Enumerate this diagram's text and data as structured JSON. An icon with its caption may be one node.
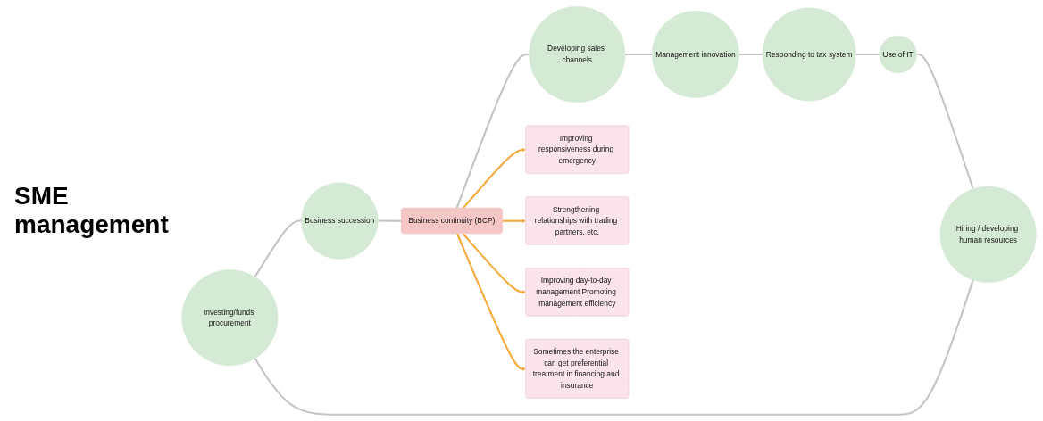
{
  "diagram": {
    "nodes": [
      {
        "text": [
          "Investing/funds procurement"
        ]
      },
      {
        "text": [
          "Business succession"
        ]
      },
      {
        "text": [
          "Hiring / developing human resources"
        ]
      },
      {
        "text": [
          "Business continuity (BCP)"
        ]
      },
      {
        "text": [
          "Use of IT"
        ]
      },
      {
        "text": [
          "Developing sales channels"
        ]
      },
      {
        "text": [
          "Management innovation"
        ]
      },
      {
        "text": [
          "Responding to tax system"
        ]
      },
      {
        "text": [
          "Improving responsiveness during emergency"
        ]
      },
      {
        "text": [
          "Strengthening relationships with trading partners, etc."
        ]
      },
      {
        "text": [
          "Improving day-to-day management Promoting management efficiency"
        ]
      },
      {
        "text": [
          "Sometimes the enterprise can get preferential treatment in financing and insurance"
        ]
      }
    ],
    "edges": [
      {
        "from": 4,
        "to": 2,
        "arrow": "none"
      },
      {
        "from": 2,
        "to": 0,
        "arrow": "none"
      },
      {
        "from": 0,
        "to": 1,
        "arrow": "none"
      },
      {
        "from": 1,
        "to": 3,
        "arrow": "none"
      },
      {
        "from": 3,
        "to": 5,
        "arrow": "none"
      },
      {
        "from": 5,
        "to": 6,
        "arrow": "none"
      },
      {
        "from": 6,
        "to": 7,
        "arrow": "none"
      },
      {
        "from": 7,
        "to": 4,
        "arrow": "none"
      },
      {
        "from": 3,
        "to": 8,
        "arrow": "to",
        "color": "#f5a93a"
      },
      {
        "from": 3,
        "to": 9,
        "arrow": "to",
        "color": "#f5a93a"
      },
      {
        "from": 3,
        "to": 10,
        "arrow": "to",
        "color": "#f5a93a"
      },
      {
        "from": 3,
        "to": 11,
        "arrow": "to",
        "color": "#f5a93a"
      }
    ],
    "labels": [
      "SME management"
    ]
  }
}
